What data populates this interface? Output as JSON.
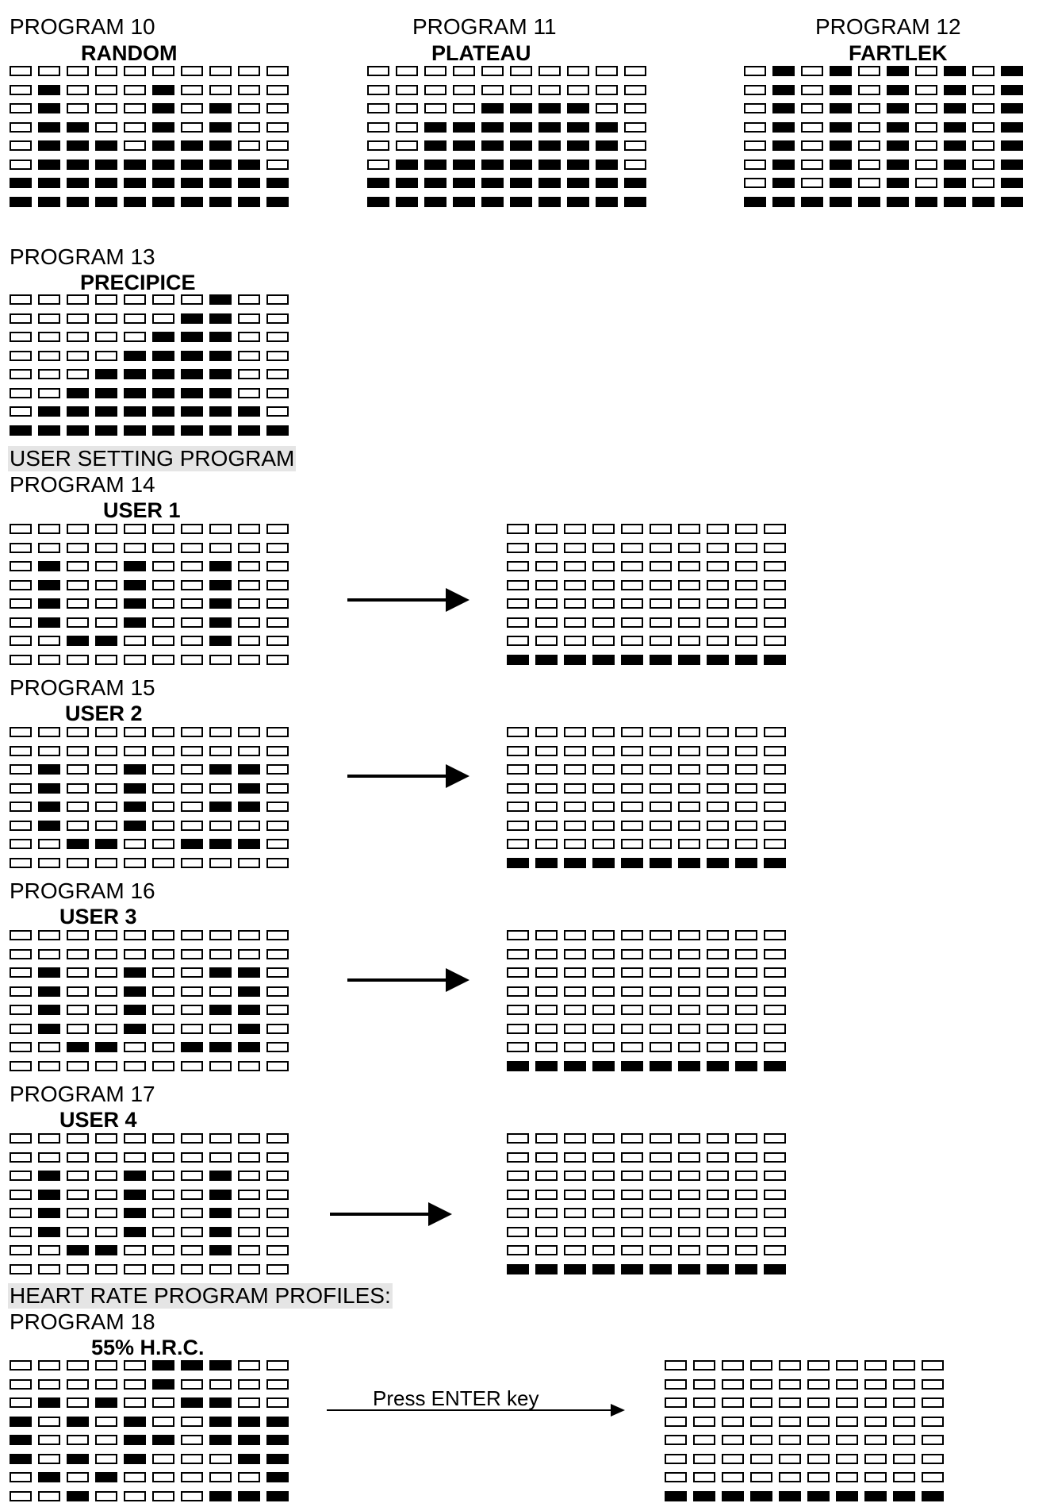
{
  "sections": {
    "user": "USER SETTING PROGRAM",
    "hr": "HEART RATE PROGRAM PROFILES:"
  },
  "press_label": "Press ENTER key",
  "programs": {
    "p10": {
      "title": "PROGRAM 10",
      "name": "RANDOM",
      "rows": [
        "0000000000",
        "0100010000",
        "0100010100",
        "0110010100",
        "0111011100",
        "0111111110",
        "1111111111",
        "1111111111"
      ]
    },
    "p11": {
      "title": "PROGRAM 11",
      "name": "PLATEAU",
      "rows": [
        "0000000000",
        "0000000000",
        "0000111100",
        "0011111110",
        "0011111110",
        "0111111110",
        "1111111111",
        "1111111111"
      ]
    },
    "p12": {
      "title": "PROGRAM 12",
      "name": "FARTLEK",
      "rows": [
        "0101010101",
        "0101010101",
        "0101010101",
        "0101010101",
        "0101010101",
        "0101010101",
        "0101010101",
        "1111111111"
      ]
    },
    "p13": {
      "title": "PROGRAM 13",
      "name": "PRECIPICE",
      "rows": [
        "0000000100",
        "0000001100",
        "0000011100",
        "0000111100",
        "0001111100",
        "0011111100",
        "0111111110",
        "1111111111"
      ]
    },
    "p14": {
      "title": "PROGRAM 14",
      "name": "USER 1",
      "rows": [
        "0000000000",
        "0000000000",
        "0100100100",
        "0100100100",
        "0100100100",
        "0100100100",
        "0011000100",
        "0000000000"
      ]
    },
    "p15": {
      "title": "PROGRAM 15",
      "name": "USER 2",
      "rows": [
        "0000000000",
        "0000000000",
        "0100100110",
        "0100100010",
        "0100100110",
        "0100100000",
        "0011001110",
        "0000000000"
      ]
    },
    "p16": {
      "title": "PROGRAM 16",
      "name": "USER 3",
      "rows": [
        "0000000000",
        "0000000000",
        "0100100110",
        "0100100010",
        "0100100110",
        "0100100010",
        "0011001110",
        "0000000000"
      ]
    },
    "p17": {
      "title": "PROGRAM 17",
      "name": "USER 4",
      "rows": [
        "0000000000",
        "0000000000",
        "0100100100",
        "0100100100",
        "0100100100",
        "0100100100",
        "0011000100",
        "0000000000"
      ]
    },
    "p18": {
      "title": "PROGRAM 18",
      "name": "55% H.R.C.",
      "rows": [
        "0000011100",
        "0000010000",
        "0101001100",
        "1010100111",
        "1000110111",
        "1010100011",
        "0101000001",
        "0010000111"
      ]
    }
  },
  "after_rows": [
    "0000000000",
    "0000000000",
    "0000000000",
    "0000000000",
    "0000000000",
    "0000000000",
    "0000000000",
    "1111111111"
  ]
}
